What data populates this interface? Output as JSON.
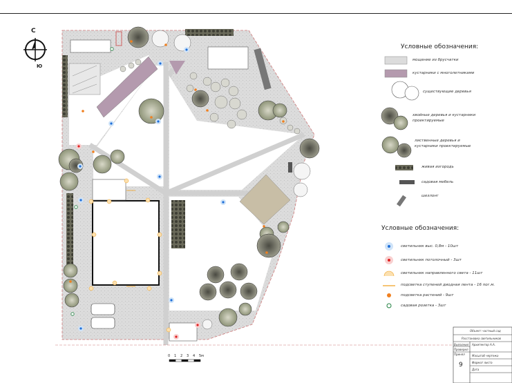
{
  "compass": {
    "north": "С",
    "south": "Ю"
  },
  "legend1": {
    "title": "Условные обозначения:",
    "items": [
      {
        "label": "мощение из брусчатки"
      },
      {
        "label": "кустарники с многолетниками"
      },
      {
        "label": "существующие деревья"
      },
      {
        "label": "хвойные деревья и кустарники проектируемые"
      },
      {
        "label": "лиственные деревья и кустарники проектируемые"
      },
      {
        "label": "живая изгородь"
      },
      {
        "label": "садовая мебель"
      },
      {
        "label": "шезлонг"
      }
    ]
  },
  "legend2": {
    "title": "Условные обозначения:",
    "items": [
      {
        "label": "светильник выс. 0,8м - 10шт",
        "color": "#1e6fd9"
      },
      {
        "label": "светильник потолочный - 3шт",
        "color": "#e02020"
      },
      {
        "label": "светильник направленного света - 11шт",
        "color": "#f0a020"
      },
      {
        "label": "подсветка ступеней диодная лента - 16 пог.м.",
        "color": "#f0a020"
      },
      {
        "label": "подсветка растений - 9шт",
        "color": "#f08020"
      },
      {
        "label": "садовая розетка - 3шт",
        "color": "#208040"
      }
    ]
  },
  "scale": {
    "ticks": [
      "0",
      "1",
      "2",
      "3",
      "4",
      "5м"
    ]
  },
  "title_block": {
    "object": "Объект: частный сад",
    "sheet_title": "Расстановка светильников",
    "sheet_no": "9",
    "rows": [
      "Выполнил",
      "Проверил",
      "Принял"
    ],
    "rows_right": [
      "Масштаб чертежа",
      "Формат листа",
      "Дата"
    ],
    "author": "Архитектор А.А."
  }
}
